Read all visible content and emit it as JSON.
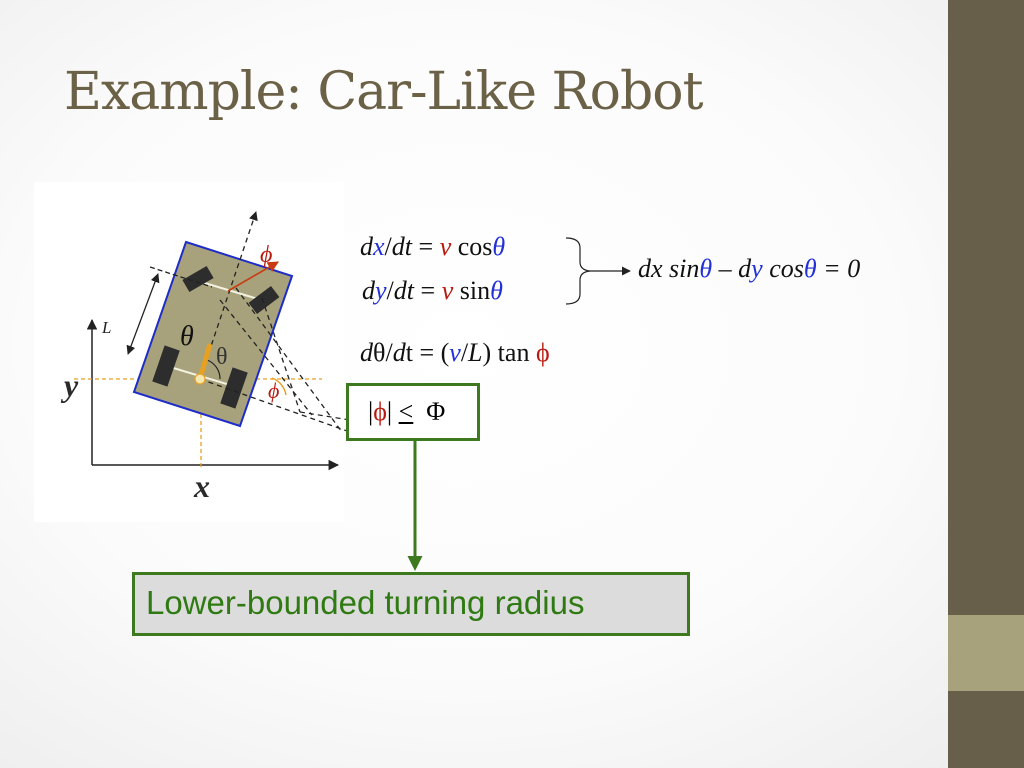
{
  "slide": {
    "title": "Example: Car-Like Robot"
  },
  "diagram": {
    "label_L": "L",
    "label_theta_body": "θ",
    "label_theta_small": "θ",
    "label_phi_top": "ϕ",
    "label_phi_side": "ϕ",
    "axis_x": "x",
    "axis_y": "y"
  },
  "equations": {
    "eq1": {
      "d1": "d",
      "var": "x",
      "mid": "/",
      "dt": "dt",
      "eq": " = ",
      "v": "v",
      "fn": " cos",
      "ang": "θ"
    },
    "eq2": {
      "d1": "d",
      "var": "y",
      "mid": "/",
      "dt": "dt",
      "eq": " = ",
      "v": "v",
      "fn": " sin",
      "ang": "θ"
    },
    "eq3": {
      "d1": "d",
      "ang": "θ",
      "mid": "/",
      "d2": "d",
      "t": "t",
      "eq": " = (",
      "v": "v",
      "slash": "/",
      "L": "L",
      "close": ") tan ",
      "phi": "ϕ"
    },
    "combined": {
      "dx_d": "dx",
      "sin": " sin",
      "ang1": "θ",
      "minus": " – d",
      "dy": "y",
      "cos": " cos",
      "ang2": "θ",
      "rhs": " = 0"
    }
  },
  "constraint": {
    "bar_open": "|",
    "phi": "ϕ",
    "bar_close": "|",
    "leq": "<",
    "Phi": "Φ"
  },
  "result": {
    "label": "Lower-bounded turning radius"
  },
  "colors": {
    "title": "#6b6147",
    "sidebar": "#675f4a",
    "sidebar_accent": "#a8a27c",
    "box_border": "#3d7a1f",
    "result_text": "#2f7a12",
    "robot_body": "#a8a27c",
    "robot_outline": "#1e2cc8",
    "phi_red": "#b81a10"
  }
}
